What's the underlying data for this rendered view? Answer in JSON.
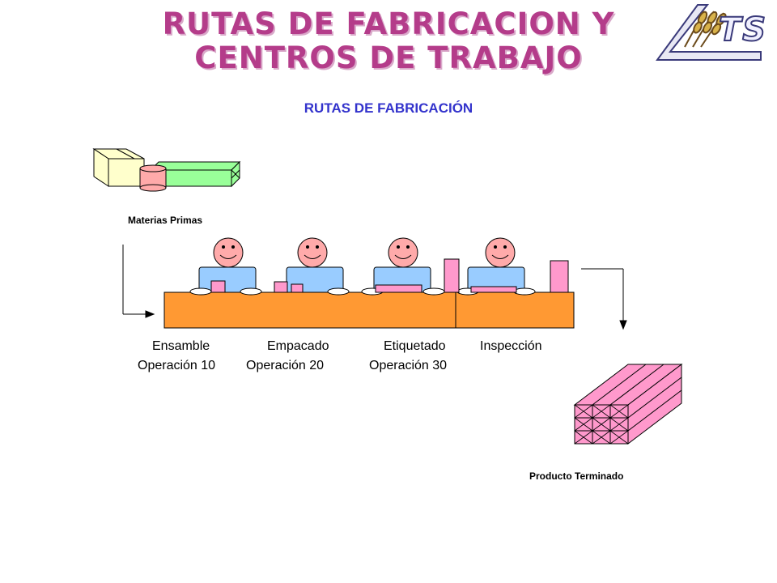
{
  "header": {
    "title_line1": "RUTAS DE FABRICACION Y",
    "title_line2": "CENTROS DE TRABAJO",
    "logo_text": "TS",
    "logo_icon": "wheat-logo-icon"
  },
  "subtitle": "RUTAS DE FABRICACIÓN",
  "diagram": {
    "raw_materials_label": "Materias Primas",
    "finished_product_label": "Producto Terminado",
    "stations": [
      {
        "name": "Ensamble",
        "operation": "Operación 10"
      },
      {
        "name": "Empacado",
        "operation": "Operación 20"
      },
      {
        "name": "Etiquetado",
        "operation": "Operación 30"
      },
      {
        "name": "Inspección",
        "operation": ""
      }
    ]
  },
  "colors": {
    "title": "#b43c8a",
    "subtitle": "#3333cc",
    "workbench": "#ff9933",
    "worker_body": "#99ccff",
    "worker_face": "#ffaaaa",
    "product_pink": "#ff99cc",
    "box_yellow": "#ffffcc",
    "box_green": "#99ff99"
  }
}
